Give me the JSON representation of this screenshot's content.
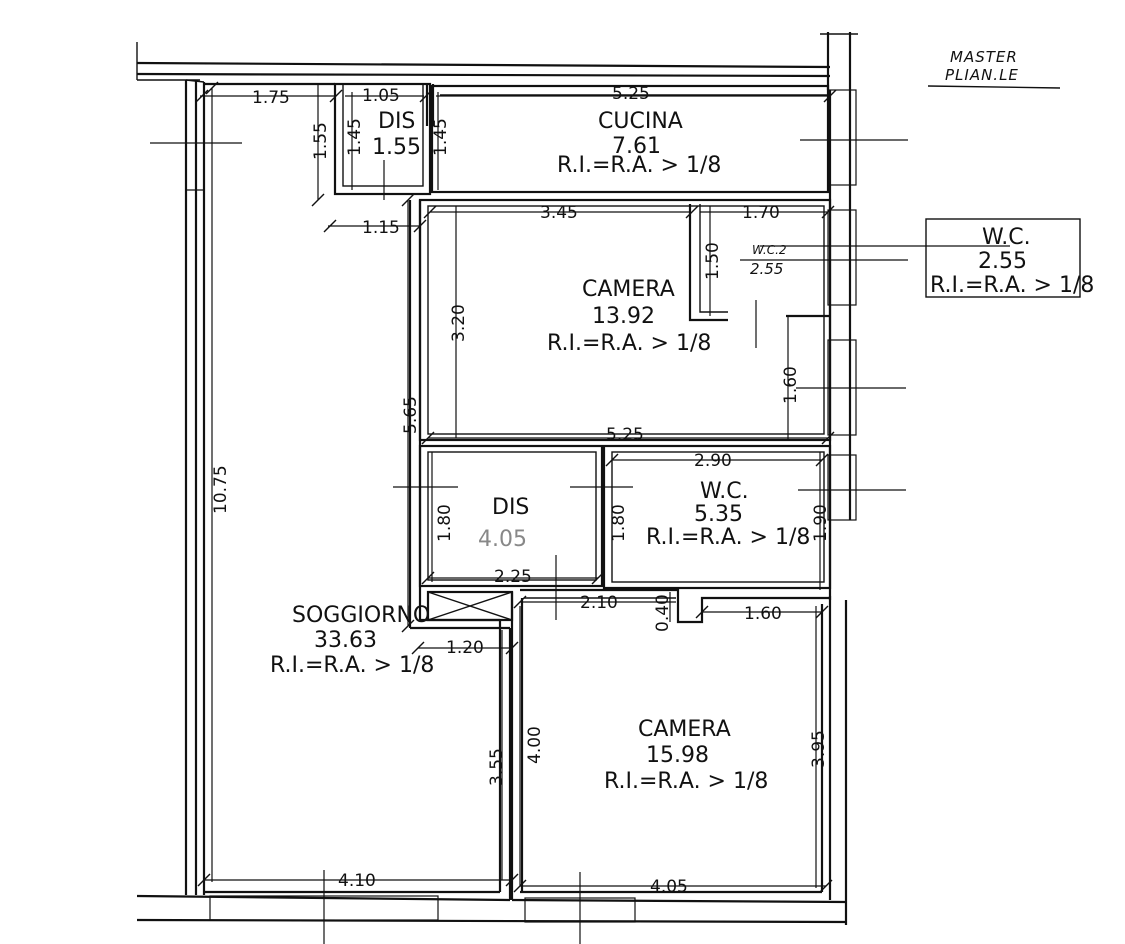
{
  "plan_title": {
    "line1": "MASTER",
    "line2": "PLIAN.LE"
  },
  "rooms": {
    "dis_top": {
      "name": "DIS",
      "area": "1.55"
    },
    "cucina": {
      "name": "CUCINA",
      "area": "7.61",
      "ratio": "R.I.=R.A. > 1/8"
    },
    "camera1": {
      "name": "CAMERA",
      "area": "13.92",
      "ratio": "R.I.=R.A. > 1/8"
    },
    "wc2_small": {
      "name": "W.C.2",
      "area": "2.55"
    },
    "wc2_box": {
      "name": "W.C.",
      "area": "2.55",
      "ratio": "R.I.=R.A. > 1/8"
    },
    "dis_mid": {
      "name": "DIS",
      "area": "4.05"
    },
    "wc": {
      "name": "W.C.",
      "area": "5.35",
      "ratio": "R.I.=R.A. > 1/8"
    },
    "soggiorno": {
      "name": "SOGGIORNO",
      "area": "33.63",
      "ratio": "R.I.=R.A. > 1/8"
    },
    "camera2": {
      "name": "CAMERA",
      "area": "15.98",
      "ratio": "R.I.=R.A. > 1/8"
    }
  },
  "dimensions": {
    "d_1_75": "1.75",
    "d_1_05": "1.05",
    "d_5_25_top": "5.25",
    "d_1_55": "1.55",
    "d_1_45_a": "1.45",
    "d_1_45_b": "1.45",
    "d_1_15": "1.15",
    "d_3_45": "3.45",
    "d_1_70": "1.70",
    "d_1_50": "1.50",
    "d_3_20": "3.20",
    "d_1_60_v": "1.60",
    "d_5_65": "5.65",
    "d_5_25_mid": "5.25",
    "d_2_90": "2.90",
    "d_10_75": "10.75",
    "d_1_80_a": "1.80",
    "d_1_80_b": "1.80",
    "d_1_90": "1.90",
    "d_2_25": "2.25",
    "d_2_10": "2.10",
    "d_0_40": "0.40",
    "d_1_60_h": "1.60",
    "d_1_20": "1.20",
    "d_4_00": "4.00",
    "d_3_95": "3.95",
    "d_3_55": "3.55",
    "d_4_10": "4.10",
    "d_4_05": "4.05"
  }
}
